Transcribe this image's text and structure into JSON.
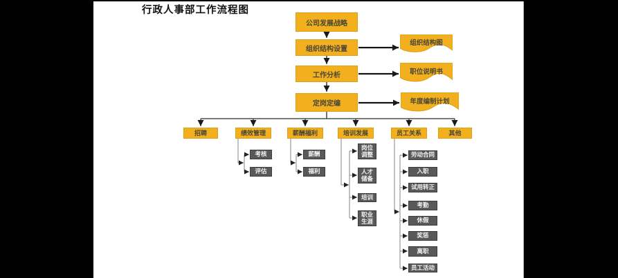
{
  "title": "行政人事部工作流程图",
  "colors": {
    "background": "#000000",
    "panel": "#FFFFFF",
    "node_fill": "#F2B01E",
    "node_border": "#DB9E15",
    "node_text": "#4A4636",
    "child_fill": "#595959",
    "child_text": "#F2F2F2",
    "connector_main": "#1A1A1A",
    "connector_child": "#8F8F8F"
  },
  "flowchart": {
    "main": [
      {
        "label": "公司发展战略"
      },
      {
        "label": "组织结构设置"
      },
      {
        "label": "工作分析"
      },
      {
        "label": "定岗定编"
      }
    ],
    "documents": [
      {
        "label": "组织结构图",
        "from": "组织结构设置"
      },
      {
        "label": "职位说明书",
        "from": "工作分析"
      },
      {
        "label": "年度编制计划",
        "from": "定岗定编"
      }
    ],
    "branches": [
      {
        "label": "招聘",
        "children": []
      },
      {
        "label": "绩效管理",
        "children": [
          "考核",
          "评估"
        ]
      },
      {
        "label": "薪酬福利",
        "children": [
          "薪酬",
          "福利"
        ]
      },
      {
        "label": "培训发展",
        "children": [
          "岗位调整",
          "人才储备",
          "培训",
          "职业生涯"
        ]
      },
      {
        "label": "员工关系",
        "children": [
          "劳动合同",
          "入职",
          "试用转正",
          "考勤",
          "休假",
          "奖惩",
          "离职",
          "员工活动"
        ]
      },
      {
        "label": "其他",
        "children": []
      }
    ]
  }
}
